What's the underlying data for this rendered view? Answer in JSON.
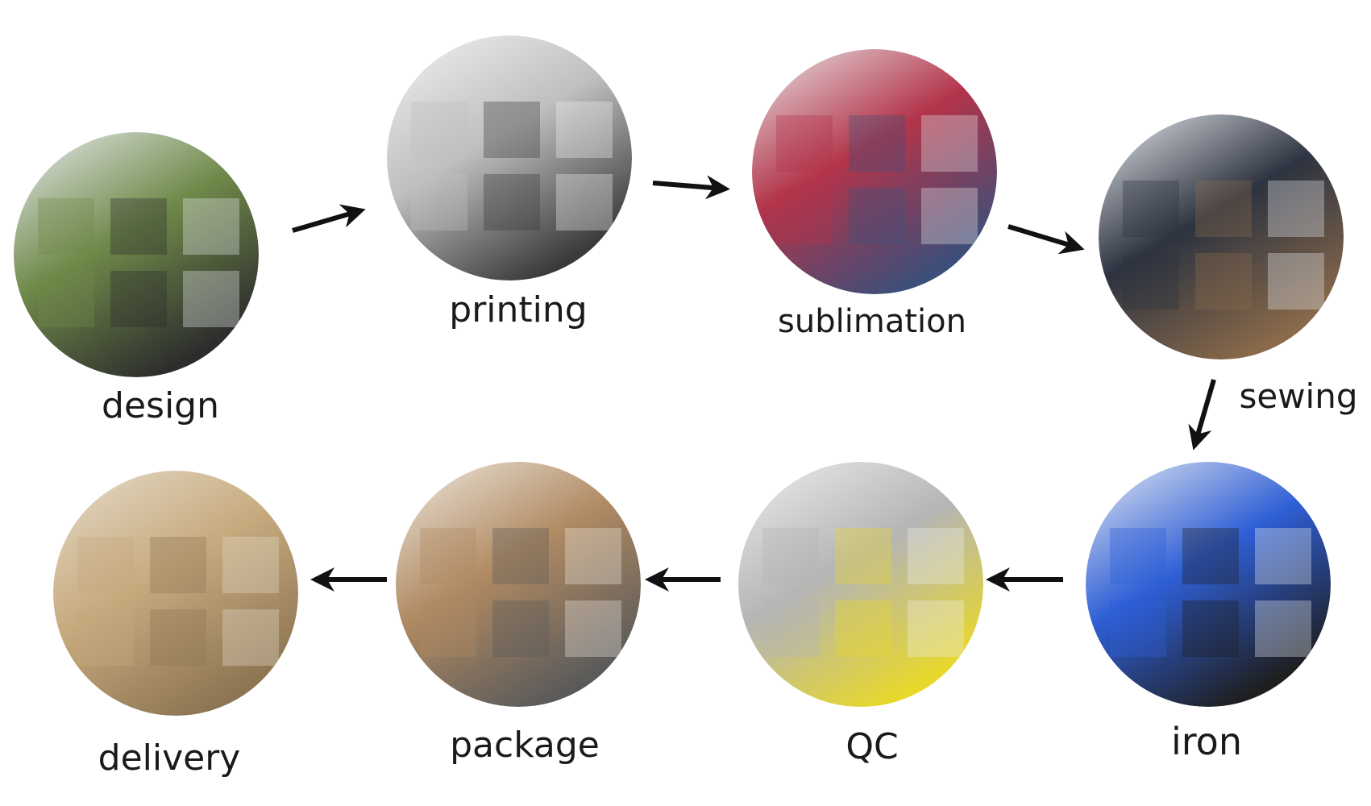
{
  "steps": [
    {
      "id": "design",
      "label": "design",
      "colors": [
        "#e8ecef",
        "#6f8a4a",
        "#2c2c2c"
      ]
    },
    {
      "id": "printing",
      "label": "printing",
      "colors": [
        "#f2f2f2",
        "#bfbfbf",
        "#3a3a3a"
      ]
    },
    {
      "id": "sublimation",
      "label": "sublimation",
      "colors": [
        "#e9e6e6",
        "#b3344a",
        "#3b4f7a"
      ]
    },
    {
      "id": "sewing",
      "label": "sewing",
      "colors": [
        "#e6e9ee",
        "#2d3340",
        "#8a6a4a"
      ]
    },
    {
      "id": "iron",
      "label": "iron",
      "colors": [
        "#e8ecf2",
        "#2f5fd6",
        "#1e1e1e"
      ]
    },
    {
      "id": "qc",
      "label": "QC",
      "colors": [
        "#eeeeee",
        "#b5b5b5",
        "#e8d82a"
      ]
    },
    {
      "id": "package",
      "label": "package",
      "colors": [
        "#efe9e0",
        "#b08a62",
        "#5a5a5a"
      ]
    },
    {
      "id": "delivery",
      "label": "delivery",
      "colors": [
        "#e6dccb",
        "#c7aa7e",
        "#8d7552"
      ]
    }
  ]
}
